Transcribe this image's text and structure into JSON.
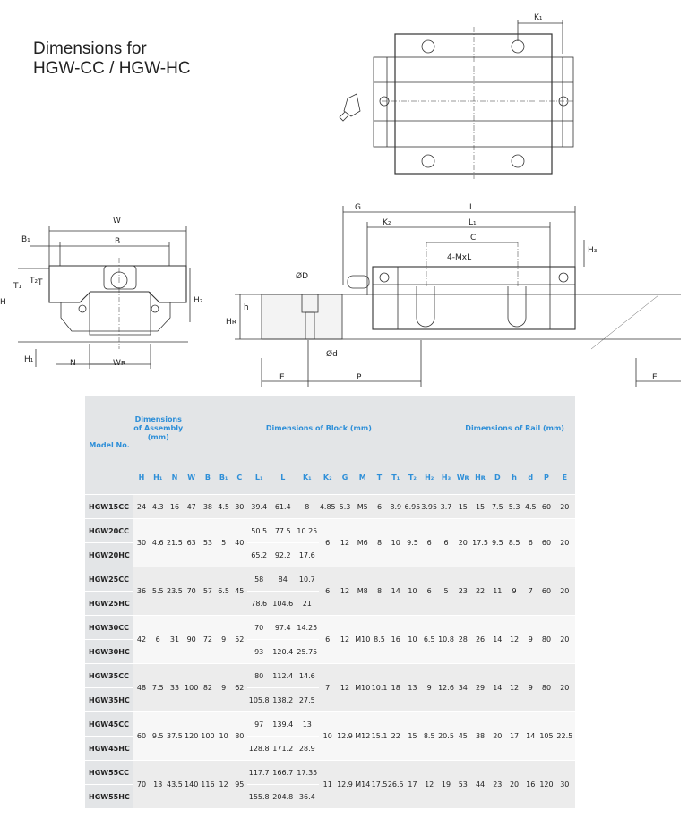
{
  "title": {
    "line1": "Dimensions for",
    "line2": "HGW-CC / HGW-HC"
  },
  "drawing_labels": {
    "K1": "K₁",
    "W": "W",
    "B1": "B₁",
    "B": "B",
    "T1": "T₁",
    "T": "T",
    "T2": "T₂",
    "H": "H",
    "H2": "H₂",
    "H1": "H₁",
    "N": "N",
    "WR": "Wʀ",
    "G": "G",
    "L": "L",
    "K2": "K₂",
    "L1": "L₁",
    "C": "C",
    "H3": "H₃",
    "hole": "4-MxL",
    "OD": "ØD",
    "h": "h",
    "HR": "Hʀ",
    "Od": "Ød",
    "E": "E",
    "P": "P",
    "E2": "E"
  },
  "table": {
    "groups": {
      "model": "Model No.",
      "assembly": "Dimensions of Assembly (mm)",
      "block": "Dimensions of Block (mm)",
      "rail": "Dimensions of Rail (mm)"
    },
    "symbols": {
      "assembly": [
        "H",
        "H₁",
        "N"
      ],
      "block": [
        "W",
        "B",
        "B₁",
        "C",
        "L₁",
        "L",
        "K₁",
        "K₂",
        "G",
        "M",
        "T",
        "T₁",
        "T₂",
        "H₂",
        "H₃"
      ],
      "rail": [
        "Wʀ",
        "Hʀ",
        "D",
        "h",
        "d",
        "P",
        "E"
      ]
    },
    "groups_rows": [
      {
        "models": [
          "HGW15CC"
        ],
        "shared_before": [
          "24",
          "4.3",
          "16",
          "47",
          "38",
          "4.5",
          "30"
        ],
        "variants": [
          [
            "39.4",
            "61.4",
            "8"
          ]
        ],
        "shared_after": [
          "4.85",
          "5.3",
          "M5",
          "6",
          "8.9",
          "6.95",
          "3.95",
          "3.7",
          "15",
          "15",
          "7.5",
          "5.3",
          "4.5",
          "60",
          "20"
        ]
      },
      {
        "models": [
          "HGW20CC",
          "HGW20HC"
        ],
        "shared_before": [
          "30",
          "4.6",
          "21.5",
          "63",
          "53",
          "5",
          "40"
        ],
        "variants": [
          [
            "50.5",
            "77.5",
            "10.25"
          ],
          [
            "65.2",
            "92.2",
            "17.6"
          ]
        ],
        "shared_after": [
          "6",
          "12",
          "M6",
          "8",
          "10",
          "9.5",
          "6",
          "6",
          "20",
          "17.5",
          "9.5",
          "8.5",
          "6",
          "60",
          "20"
        ]
      },
      {
        "models": [
          "HGW25CC",
          "HGW25HC"
        ],
        "shared_before": [
          "36",
          "5.5",
          "23.5",
          "70",
          "57",
          "6.5",
          "45"
        ],
        "variants": [
          [
            "58",
            "84",
            "10.7"
          ],
          [
            "78.6",
            "104.6",
            "21"
          ]
        ],
        "shared_after": [
          "6",
          "12",
          "M8",
          "8",
          "14",
          "10",
          "6",
          "5",
          "23",
          "22",
          "11",
          "9",
          "7",
          "60",
          "20"
        ]
      },
      {
        "models": [
          "HGW30CC",
          "HGW30HC"
        ],
        "shared_before": [
          "42",
          "6",
          "31",
          "90",
          "72",
          "9",
          "52"
        ],
        "variants": [
          [
            "70",
            "97.4",
            "14.25"
          ],
          [
            "93",
            "120.4",
            "25.75"
          ]
        ],
        "shared_after": [
          "6",
          "12",
          "M10",
          "8.5",
          "16",
          "10",
          "6.5",
          "10.8",
          "28",
          "26",
          "14",
          "12",
          "9",
          "80",
          "20"
        ]
      },
      {
        "models": [
          "HGW35CC",
          "HGW35HC"
        ],
        "shared_before": [
          "48",
          "7.5",
          "33",
          "100",
          "82",
          "9",
          "62"
        ],
        "variants": [
          [
            "80",
            "112.4",
            "14.6"
          ],
          [
            "105.8",
            "138.2",
            "27.5"
          ]
        ],
        "shared_after": [
          "7",
          "12",
          "M10",
          "10.1",
          "18",
          "13",
          "9",
          "12.6",
          "34",
          "29",
          "14",
          "12",
          "9",
          "80",
          "20"
        ]
      },
      {
        "models": [
          "HGW45CC",
          "HGW45HC"
        ],
        "shared_before": [
          "60",
          "9.5",
          "37.5",
          "120",
          "100",
          "10",
          "80"
        ],
        "variants": [
          [
            "97",
            "139.4",
            "13"
          ],
          [
            "128.8",
            "171.2",
            "28.9"
          ]
        ],
        "shared_after": [
          "10",
          "12.9",
          "M12",
          "15.1",
          "22",
          "15",
          "8.5",
          "20.5",
          "45",
          "38",
          "20",
          "17",
          "14",
          "105",
          "22.5"
        ]
      },
      {
        "models": [
          "HGW55CC",
          "HGW55HC"
        ],
        "shared_before": [
          "70",
          "13",
          "43.5",
          "140",
          "116",
          "12",
          "95"
        ],
        "variants": [
          [
            "117.7",
            "166.7",
            "17.35"
          ],
          [
            "155.8",
            "204.8",
            "36.4"
          ]
        ],
        "shared_after": [
          "11",
          "12.9",
          "M14",
          "17.5",
          "26.5",
          "17",
          "12",
          "19",
          "53",
          "44",
          "23",
          "20",
          "16",
          "120",
          "30"
        ]
      }
    ]
  }
}
